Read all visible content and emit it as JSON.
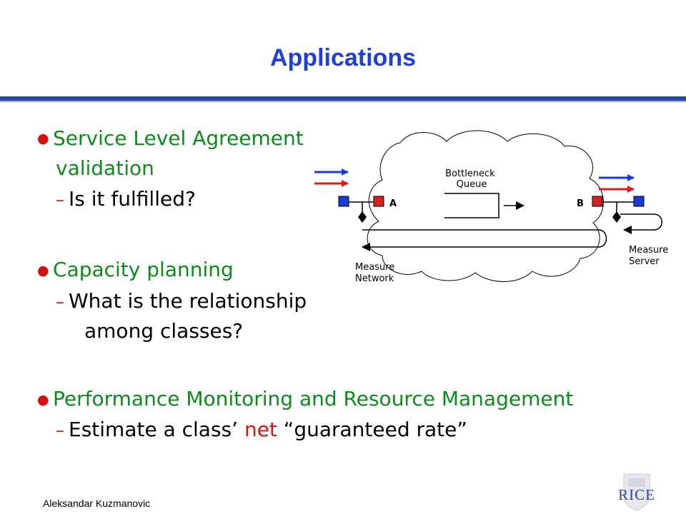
{
  "slide": {
    "title": "Applications",
    "bullets": [
      {
        "line1": "Service Level Agreement",
        "line2": "validation",
        "subs": [
          {
            "text": "Is it fulfilled?"
          }
        ]
      },
      {
        "line1": "Capacity planning",
        "subs": [
          {
            "text": "What is the relationship",
            "cont": "among classes?"
          }
        ]
      },
      {
        "line1": "Performance Monitoring and Resource Management",
        "subs": [
          {
            "pre": "Estimate a class’ ",
            "highlight": "net",
            "post": " “guaranteed rate”"
          }
        ]
      }
    ],
    "footer": "Aleksandar Kuzmanovic"
  },
  "diagram": {
    "queue_label_1": "Bottleneck",
    "queue_label_2": "Queue",
    "node_a": "A",
    "node_b": "B",
    "left_label_1": "Measure",
    "left_label_2": "Network",
    "right_label_1": "Measure",
    "right_label_2": "Server"
  },
  "logo": {
    "text": "RICE"
  },
  "colors": {
    "title": "#1f3fd6",
    "heading": "#0d8b1a",
    "bullet": "#d41010",
    "rule": "#2a44a8",
    "packet_blue": "#1a3ad8",
    "packet_red": "#e01818"
  }
}
